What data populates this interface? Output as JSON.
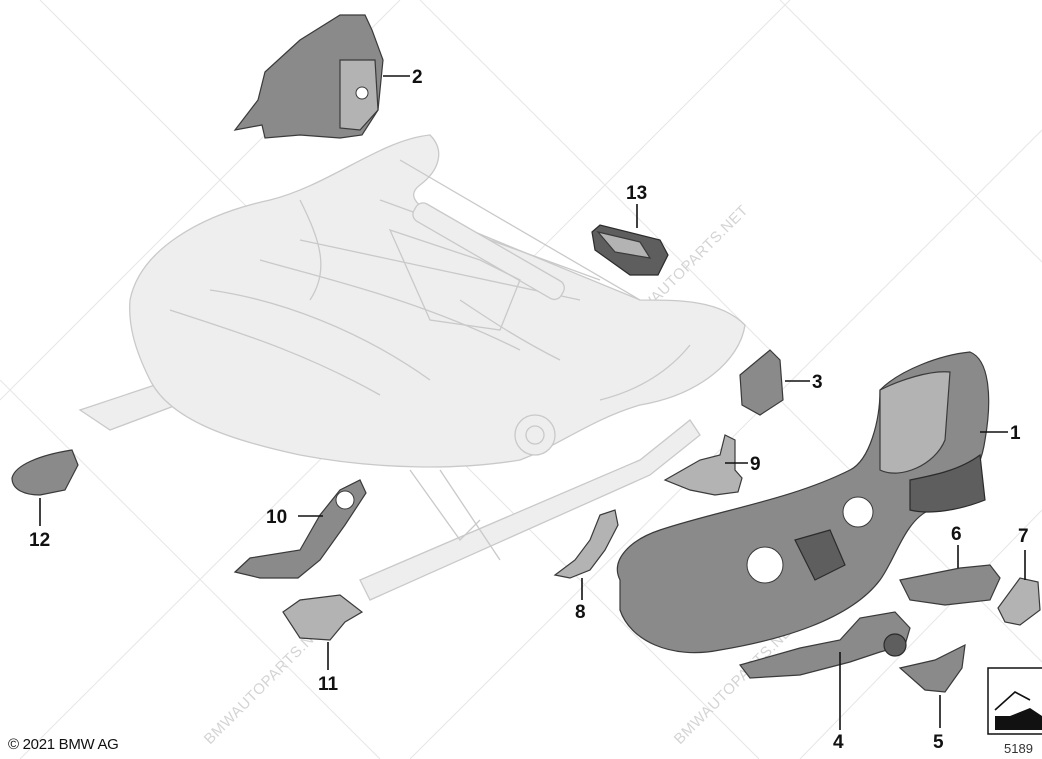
{
  "watermark": "BMWAUTOPARTS.NET",
  "copyright": "© 2021 BMW AG",
  "drawing_number": "5189",
  "callouts": [
    {
      "id": "1",
      "label": "1"
    },
    {
      "id": "2",
      "label": "2"
    },
    {
      "id": "3",
      "label": "3"
    },
    {
      "id": "4",
      "label": "4"
    },
    {
      "id": "5",
      "label": "5"
    },
    {
      "id": "6",
      "label": "6"
    },
    {
      "id": "7",
      "label": "7"
    },
    {
      "id": "8",
      "label": "8"
    },
    {
      "id": "9",
      "label": "9"
    },
    {
      "id": "10",
      "label": "10"
    },
    {
      "id": "11",
      "label": "11"
    },
    {
      "id": "12",
      "label": "12"
    },
    {
      "id": "13",
      "label": "13"
    }
  ]
}
